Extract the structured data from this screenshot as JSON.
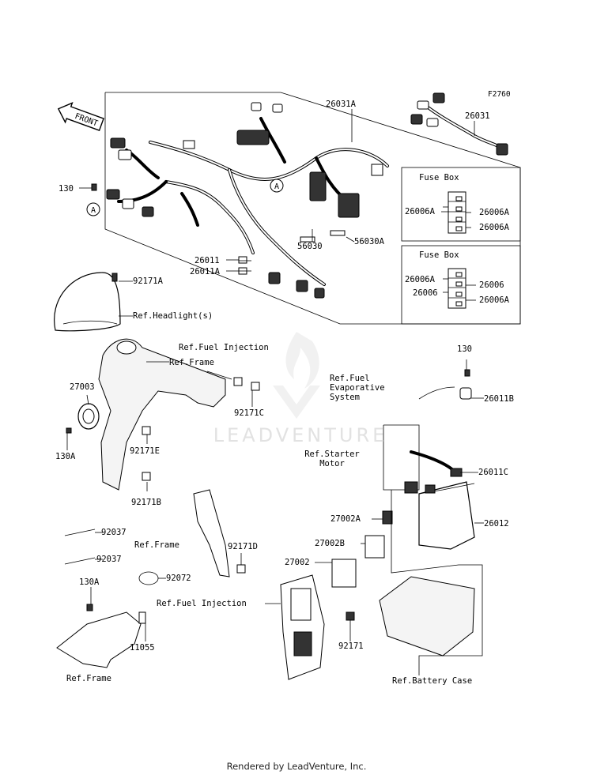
{
  "figure_code": "F2760",
  "front_label": "FRONT",
  "circle_ref": "A",
  "fuse_box_title": "Fuse Box",
  "watermark": "LEADVENTURE",
  "footer": "Rendered by LeadVenture, Inc.",
  "labels": {
    "l26031A": "26031A",
    "l26031": "26031",
    "l130_top": "130",
    "l26006A_1": "26006A",
    "l26006A_2": "26006A",
    "l26006A_3": "26006A",
    "l56030": "56030",
    "l56030A": "56030A",
    "l26011": "26011",
    "l26011A": "26011A",
    "l92171A": "92171A",
    "refHeadlight": "Ref.Headlight(s)",
    "l26006A_4": "26006A",
    "l26006_1": "26006",
    "l26006_2": "26006",
    "l26006A_5": "26006A",
    "refFuelInj1": "Ref.Fuel Injection",
    "refFrame1": "Ref.Frame",
    "l27003": "27003",
    "l92171C": "92171C",
    "l130A_1": "130A",
    "l92171E": "92171E",
    "l92171B": "92171B",
    "l130_right": "130",
    "refFuelEvap": "Ref.Fuel\nEvaporative\nSystem",
    "l26011B": "26011B",
    "refStarter": "Ref.Starter\nMotor",
    "l26011C": "26011C",
    "l92037_1": "92037",
    "l92037_2": "92037",
    "refFrame2": "Ref.Frame",
    "l92171D": "92171D",
    "l92072": "92072",
    "l130A_2": "130A",
    "refFuelInj2": "Ref.Fuel Injection",
    "l11055": "11055",
    "refFrame3": "Ref.Frame",
    "l27002A": "27002A",
    "l27002B": "27002B",
    "l27002": "27002",
    "l26012": "26012",
    "l92171": "92171",
    "refBattery": "Ref.Battery Case"
  }
}
